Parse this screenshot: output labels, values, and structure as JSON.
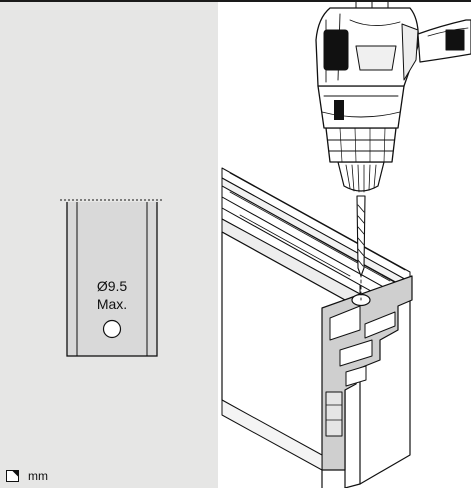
{
  "detail": {
    "hole_diameter": "Ø9.5",
    "hole_limit": "Max."
  },
  "units": {
    "label": "mm",
    "icon": "unit-corner-icon"
  },
  "colors": {
    "panel": "#e6e6e5",
    "profile_fill": "#d9d9d9",
    "line": "#111111",
    "hatch": "#b5b5b5"
  },
  "scene": {
    "tool": "cordless-drill-icon",
    "workpiece": "aluminium-track-profile"
  }
}
